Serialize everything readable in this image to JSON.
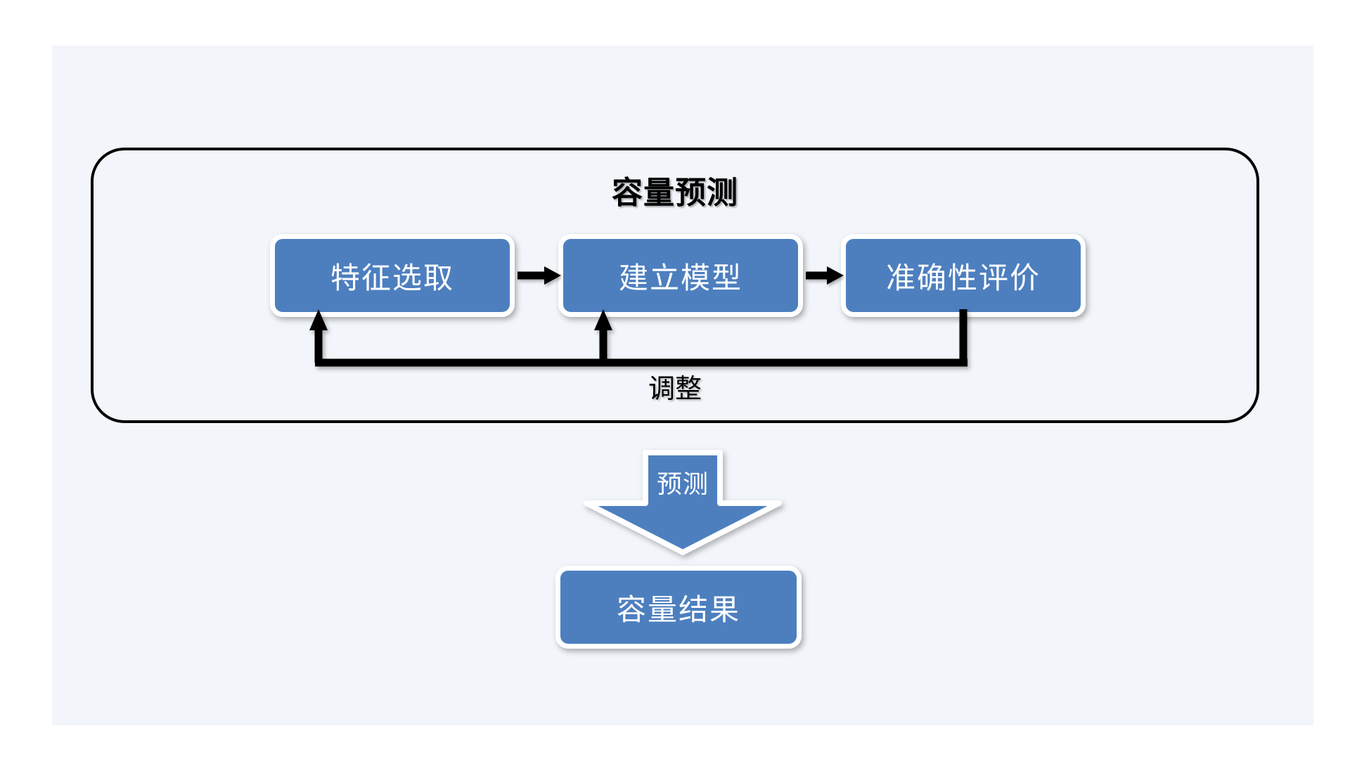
{
  "page": {
    "background_color": "#ffffff",
    "panel_color": "#f2f5fa",
    "accent_color": "#4d7fbf",
    "line_color": "#000000",
    "box_text_color": "#ffffff"
  },
  "pipeline": {
    "title": "容量预测",
    "steps": [
      {
        "id": "feature-selection",
        "label": "特征选取"
      },
      {
        "id": "model-building",
        "label": "建立模型"
      },
      {
        "id": "accuracy-evaluation",
        "label": "准确性评价"
      }
    ],
    "connectors": [
      {
        "id": "feature-to-model",
        "kind": "arrow-right"
      },
      {
        "id": "model-to-accuracy",
        "kind": "arrow-right"
      }
    ],
    "feedback": {
      "label": "调整",
      "from": "accuracy-evaluation",
      "to": [
        "feature-selection",
        "model-building"
      ],
      "kind": "loop-up-arrows"
    }
  },
  "output": {
    "transition": {
      "id": "predict-arrow",
      "label": "预测",
      "kind": "block-arrow-down"
    },
    "result": {
      "id": "capacity-result",
      "label": "容量结果"
    }
  }
}
